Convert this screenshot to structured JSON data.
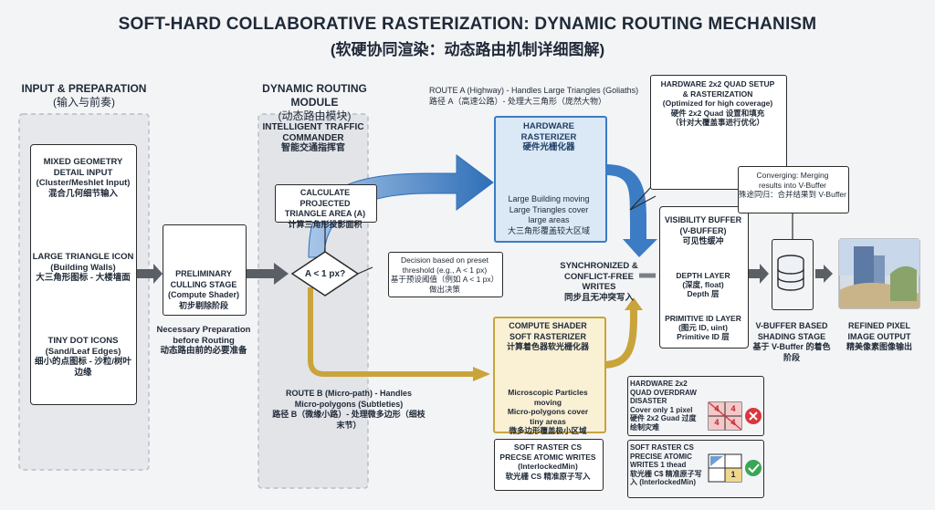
{
  "title": {
    "main": "SOFT-HARD COLLABORATIVE RASTERIZATION: DYNAMIC ROUTING MECHANISM",
    "sub": "(软硬协同渲染：动态路由机制详细图解)"
  },
  "input_section": {
    "heading": "INPUT & PREPARATION",
    "heading_cn": "(输入与前奏)",
    "mixed_geometry": "MIXED GEOMETRY\nDETAIL INPUT\n(Cluster/Meshlet Input)\n混合几何细节输入",
    "large_triangle": "LARGE TRIANGLE ICON\n(Building Walls)\n大三角形图标 - 大楼墙面",
    "tiny_dots": "TINY DOT ICONS\n(Sand/Leaf Edges)\n细小的点图标 - 沙粒/树叶\n边缘"
  },
  "culling": {
    "label": "PRELIMINARY\nCULLING STAGE\n(Compute Shader)\n初步剔除阶段",
    "note": "Necessary Preparation\nbefore Routing\n动态路由前的必要准备"
  },
  "routing_module": {
    "heading": "DYNAMIC ROUTING MODULE",
    "heading_cn": "(动态路由模块)",
    "commander": "INTELLIGENT TRAFFIC\nCOMMANDER\n智能交通指挥官",
    "projected_area": "CALCULATE PROJECTED\nTRIANGLE AREA (A)\n计算三角形投影面积",
    "decision": "A < 1 px?",
    "threshold_note": "Decision based on preset\nthreshold (e.g., A < 1 px)\n基于预设阈值（例如 A < 1 px）\n做出决策"
  },
  "route_a": {
    "label": "ROUTE A (Highway) - Handles Large Triangles (Goliaths)\n路径 A（高速公路）- 处理大三角形（庞然大物）",
    "box_title": "HARDWARE RASTERIZER\n硬件光栅化器",
    "box_desc": "Large Building moving\nLarge Triangles cover\nlarge areas\n大三角形覆盖较大区域"
  },
  "route_b": {
    "label": "ROUTE B (Micro-path) - Handles\nMicro-polygons (Subtleties)\n路径 B（微缘小路）- 处理微多边形（细枝\n末节）",
    "box_title": "COMPUTE SHADER\nSOFT RASTERIZER\n计算着色器软光栅化器",
    "box_desc": "Microscopic Particles moving\nMicro-polygons cover\ntiny areas\n微多边形覆盖极小区域",
    "atomic": "SOFT RASTER CS\nPRECSE ATOMIC WRITES\n(InterlockedMin)\n软光栅 CS 精准原子写入"
  },
  "quad_setup": {
    "text": "HARDWARE 2x2 QUAD SETUP\n& RASTERIZATION\n(Optimized for high coverage)\n硬件 2x2 Quad 设置和填充\n（针对大覆盖事进行优化）"
  },
  "sync": {
    "text": "SYNCHRONIZED &\nCONFLICT-FREE\nWRITES\n同步且无冲突写入"
  },
  "vbuffer": {
    "title": "VISIBILITY BUFFER\n(V-BUFFER)\n可见性缓冲",
    "depth": "DEPTH LAYER\n(深度, float)\nDepth 层",
    "prim": "PRIMITIVE ID LAYER\n(图元 ID, uint)\nPrimitive ID 层"
  },
  "converging": {
    "text": "Converging: Merging\nresults into V-Buffer\n殊途同归：合并结果到 V-Buffer"
  },
  "shading": {
    "text": "V-BUFFER BASED\nSHADING STAGE\n基于 V-Buffer 的着色\n阶段"
  },
  "output": {
    "text": "REFINED PIXEL\nIMAGE OUTPUT\n精美像素图像输出"
  },
  "overdraw": {
    "text": "HARDWARE 2x2 QUAD OVERDRAW\nDISASTER\nCover only 1 pixel\n硬件 2x2 Guad 过度\n绘制灾难",
    "grid": [
      "4",
      "4",
      "4",
      "4"
    ]
  },
  "atomic_one": {
    "text": "SOFT RASTER CS\nPRECISE ATOMIC\nWRITES 1 thead\n软光栅 C$ 精准原子写\n入 (InterlockedMin)",
    "value": "1"
  },
  "colors": {
    "route_a": "#3b7cc4",
    "route_b": "#c9a43a",
    "dark": "#2b2b2b",
    "red": "#d9363e",
    "green": "#3aa655"
  }
}
